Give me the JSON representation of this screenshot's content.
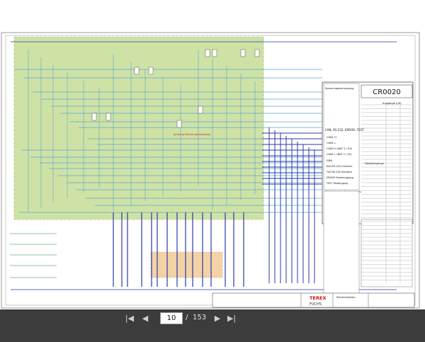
{
  "diagram": {
    "controller_label": "CR0020",
    "section_power": "Spannungsversorgung",
    "can_heading": "CAN, RS-232, ERROR, TEST",
    "can_lines": [
      "CAN1 H",
      "CAN1 L",
      "CAN2 H (BAT 2 / 0V)",
      "CAN2 L (BAT 2 / 0V)"
    ],
    "gnd_label": "GND",
    "serial_lines": [
      "RxD RS-232 Interface",
      "TxD RS-232 Interface",
      "ERROR Fehlerausgang",
      "TEST Testeingang"
    ],
    "input_heading_left": "Digitaleingänge",
    "output_heading_right": "Ausgänge (I/A)",
    "digital_in_heading": "Digital/Analoge Eingänge (I/A)",
    "digital_in_heading2": "Digital-Eingänge",
    "red_note": "Achtung Sicherung beachten"
  },
  "title_block": {
    "brand": "TEREX",
    "sub_brand": "FUCHS",
    "doc_title": "Stromlaufplan"
  },
  "viewer": {
    "current_page": "10",
    "separator": "/",
    "total_pages": "153"
  },
  "colors": {
    "wire_blue": "#2a3aa8",
    "wire_lightblue": "#58a6cf",
    "wire_green": "#2e8a3e",
    "highlight_green": "#cfe2a6",
    "highlight_orange": "#f3d3a6",
    "red": "#d01010"
  }
}
